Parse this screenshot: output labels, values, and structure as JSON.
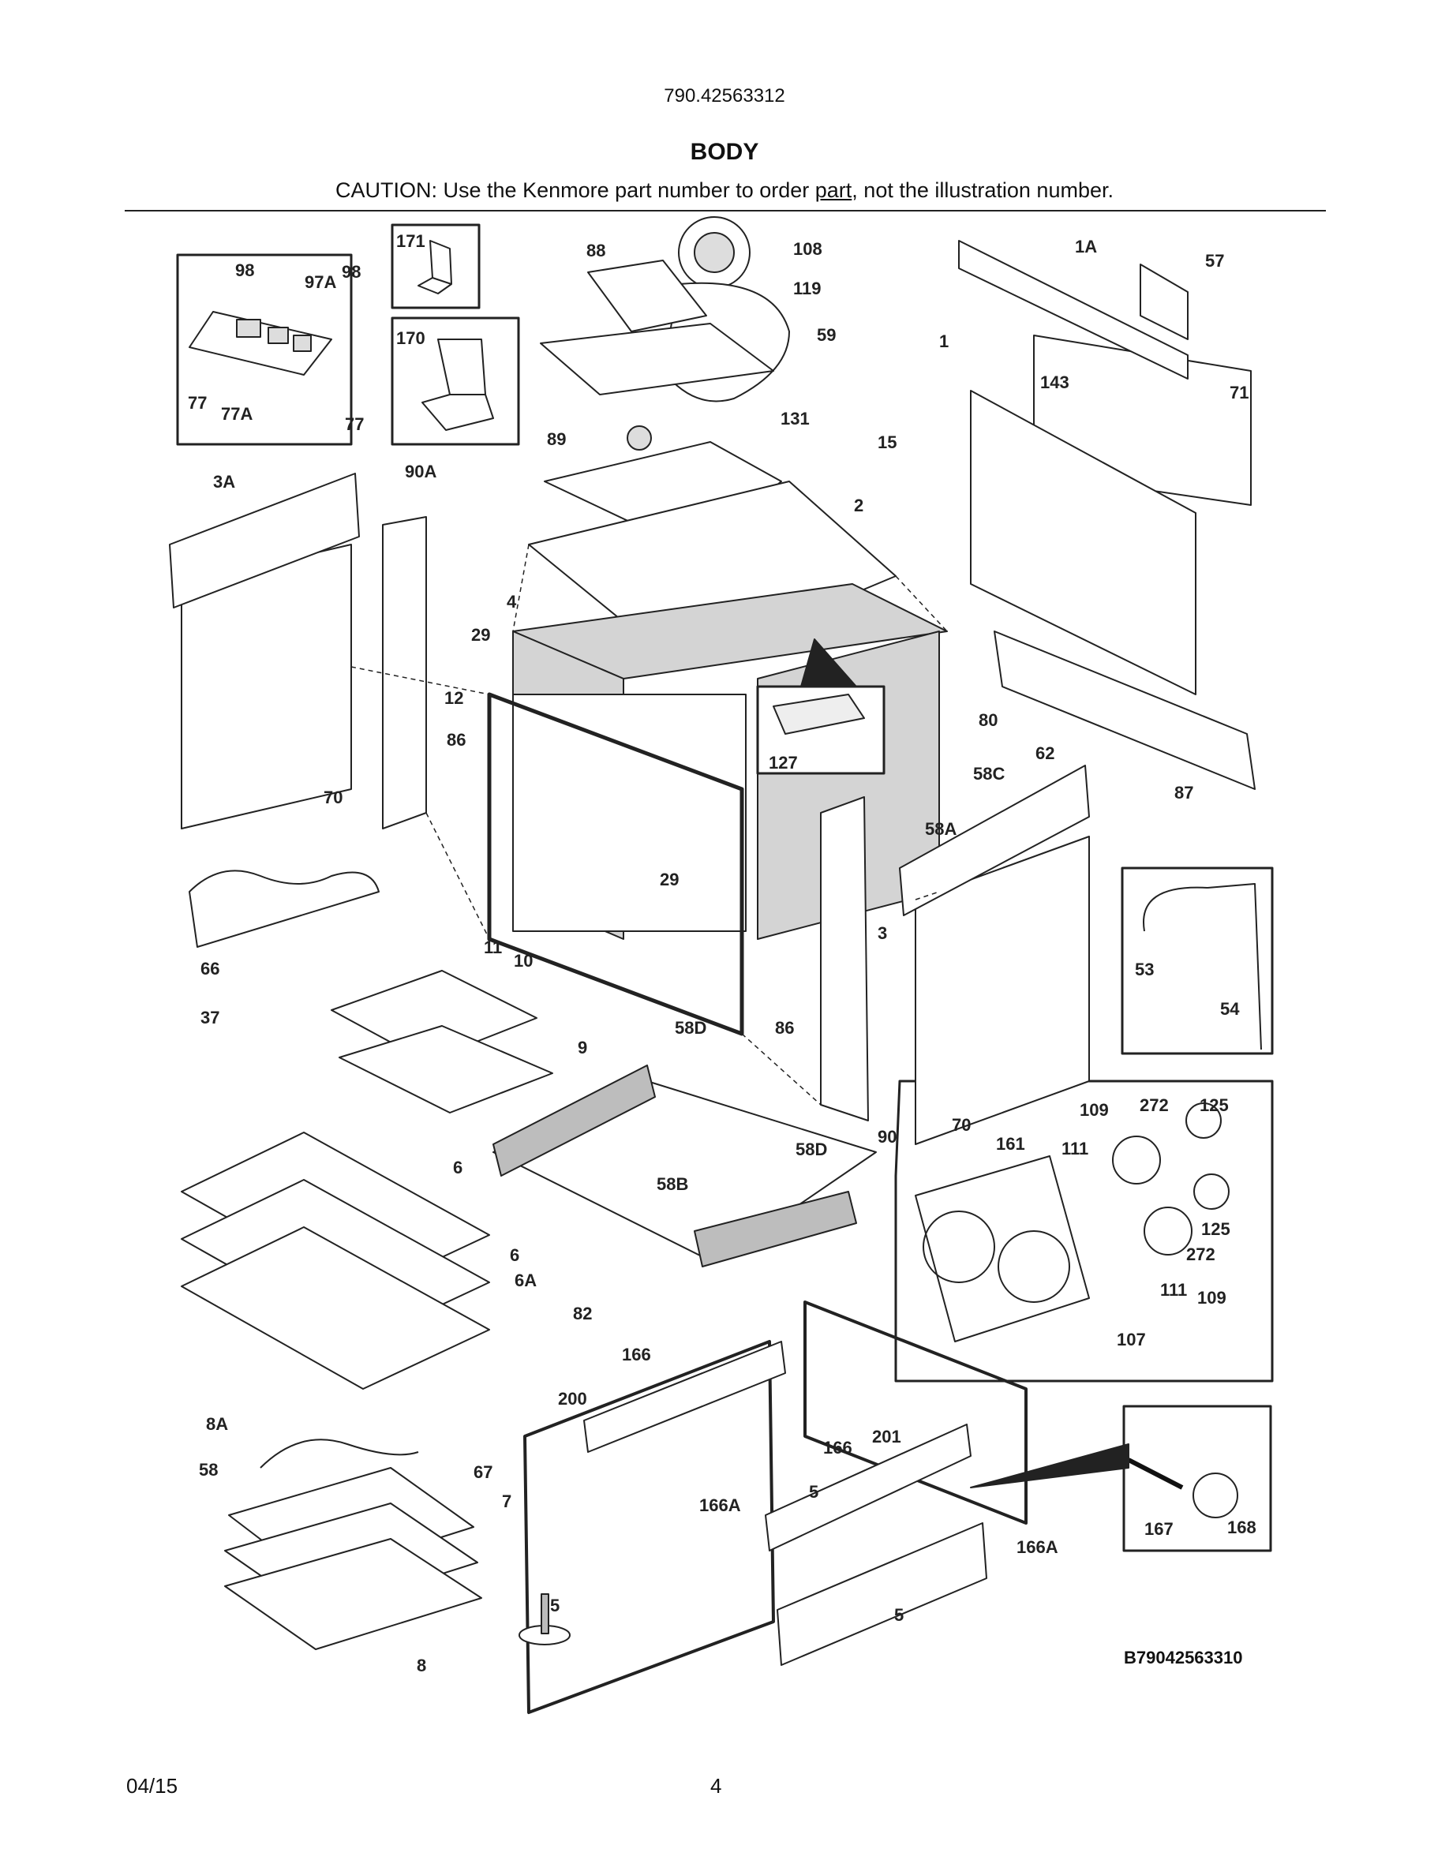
{
  "header": {
    "model": "790.42563312",
    "title": "BODY",
    "caution_before": "CAUTION: Use the Kenmore part number to order ",
    "caution_link": "part",
    "caution_after": ", not the illustration number."
  },
  "labels": [
    "98",
    "97A",
    "98",
    "77",
    "77A",
    "77",
    "171",
    "170",
    "88",
    "108",
    "119",
    "59",
    "89",
    "131",
    "15",
    "1A",
    "57",
    "1",
    "143",
    "71",
    "3A",
    "90A",
    "2",
    "4",
    "29",
    "12",
    "86",
    "70",
    "127",
    "80",
    "62",
    "58C",
    "87",
    "58A",
    "66",
    "29",
    "11",
    "10",
    "37",
    "9",
    "58D",
    "86",
    "3",
    "53",
    "54",
    "90",
    "70",
    "6",
    "58D",
    "58B",
    "109",
    "272",
    "125",
    "161",
    "111",
    "125",
    "272",
    "111",
    "109",
    "6",
    "6A",
    "82",
    "107",
    "166",
    "200",
    "201",
    "166",
    "8A",
    "5",
    "166A",
    "58",
    "67",
    "7",
    "167",
    "168",
    "166A",
    "5",
    "5",
    "8"
  ],
  "drawing_id": "B79042563310",
  "footer": {
    "date": "04/15",
    "page": "4"
  },
  "colors": {
    "line": "#222222",
    "cabinet": "#d4d4d4",
    "part_fill": "#ffffff",
    "shade": "#bdbdbd"
  }
}
